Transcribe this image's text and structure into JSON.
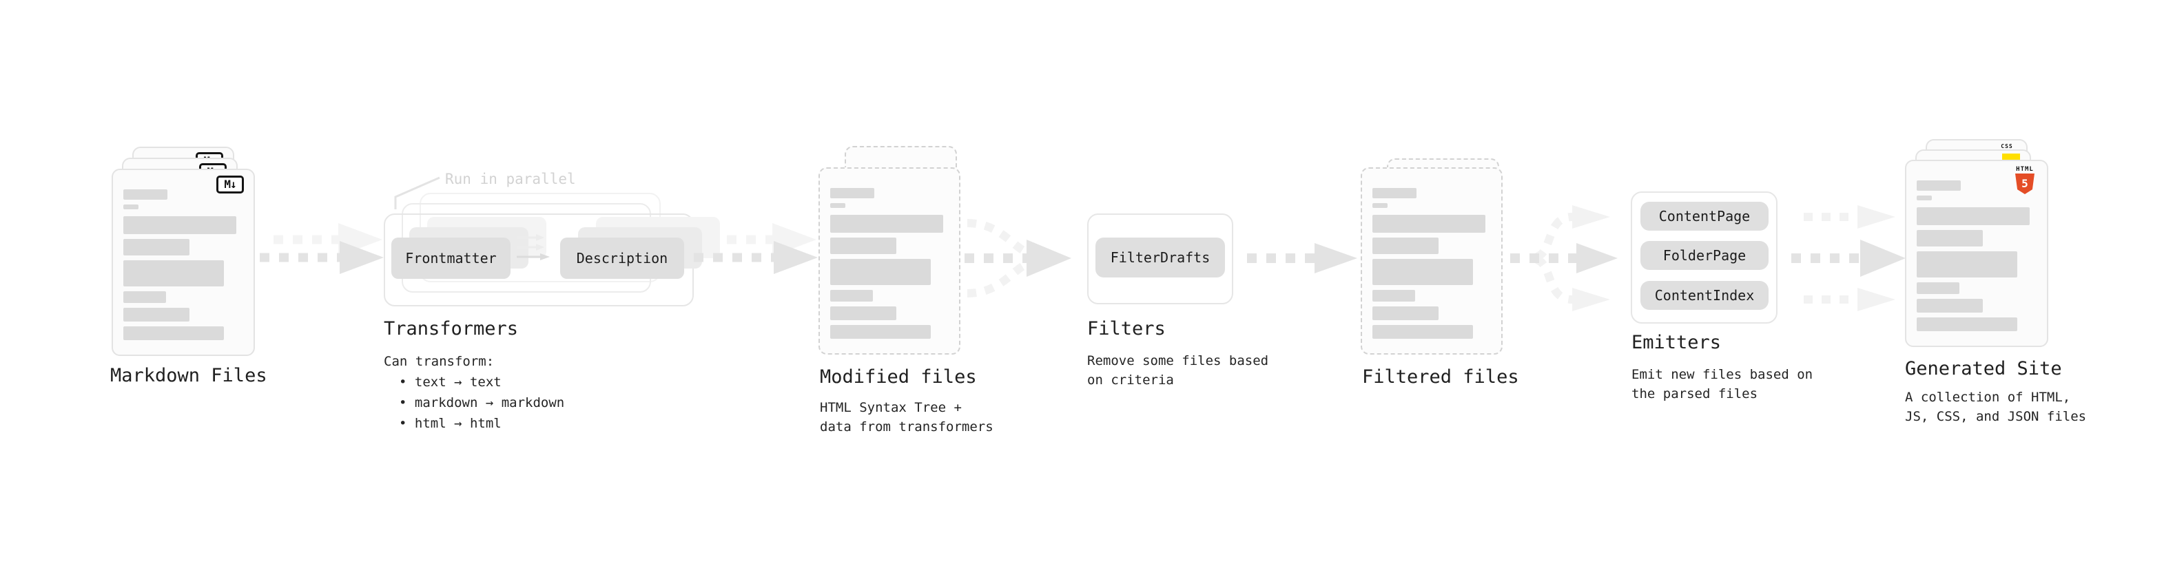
{
  "stages": {
    "markdown": {
      "caption": "Markdown Files",
      "badge": "M↓"
    },
    "transformers": {
      "caption": "Transformers",
      "note": "Run in parallel",
      "left_button": "Frontmatter",
      "right_button": "Description",
      "desc_title": "Can transform:",
      "bullets": [
        "• text → text",
        "• markdown → markdown",
        "• html → html"
      ]
    },
    "modified": {
      "caption": "Modified files",
      "desc": "HTML Syntax Tree +\ndata from transformers"
    },
    "filters": {
      "caption": "Filters",
      "button": "FilterDrafts",
      "desc": "Remove some files based\non criteria"
    },
    "filtered": {
      "caption": "Filtered files"
    },
    "emitters": {
      "caption": "Emitters",
      "buttons": [
        "ContentPage",
        "FolderPage",
        "ContentIndex"
      ],
      "desc": "Emit new files based on\nthe parsed files"
    },
    "generated": {
      "caption": "Generated Site",
      "desc": "A collection of HTML,\nJS, CSS, and JSON files",
      "css_badge": "CSS",
      "html_badge_label": "HTML",
      "html_badge_number": "5"
    }
  },
  "colors": {
    "html5_orange": "#e44d26",
    "js_yellow": "#ffdf00",
    "css_blue": "#2767f4",
    "placeholder_bar_gray": "#dadada",
    "chip_gray": "#dfdfdf",
    "arrow_dark": "#e3e3e3",
    "arrow_light": "#f4f4f4",
    "note_gray": "#d2d2d2"
  }
}
